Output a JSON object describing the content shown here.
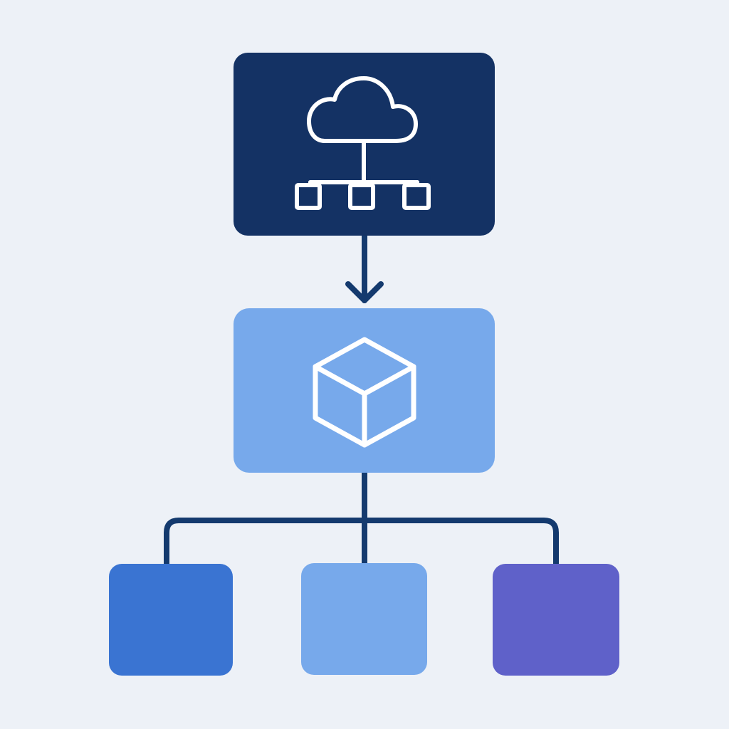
{
  "colors": {
    "background": "#edf1f7",
    "connector": "#143a6e",
    "icon_stroke": "#ffffff"
  },
  "nodes": {
    "top": {
      "icon": "cloud-network-icon",
      "fill": "#143264"
    },
    "middle": {
      "icon": "cube-icon",
      "fill": "#77a9eb"
    },
    "children": [
      {
        "name": "child-left",
        "fill": "#3a74d2"
      },
      {
        "name": "child-center",
        "fill": "#77a9eb"
      },
      {
        "name": "child-right",
        "fill": "#5f61c9"
      }
    ]
  }
}
